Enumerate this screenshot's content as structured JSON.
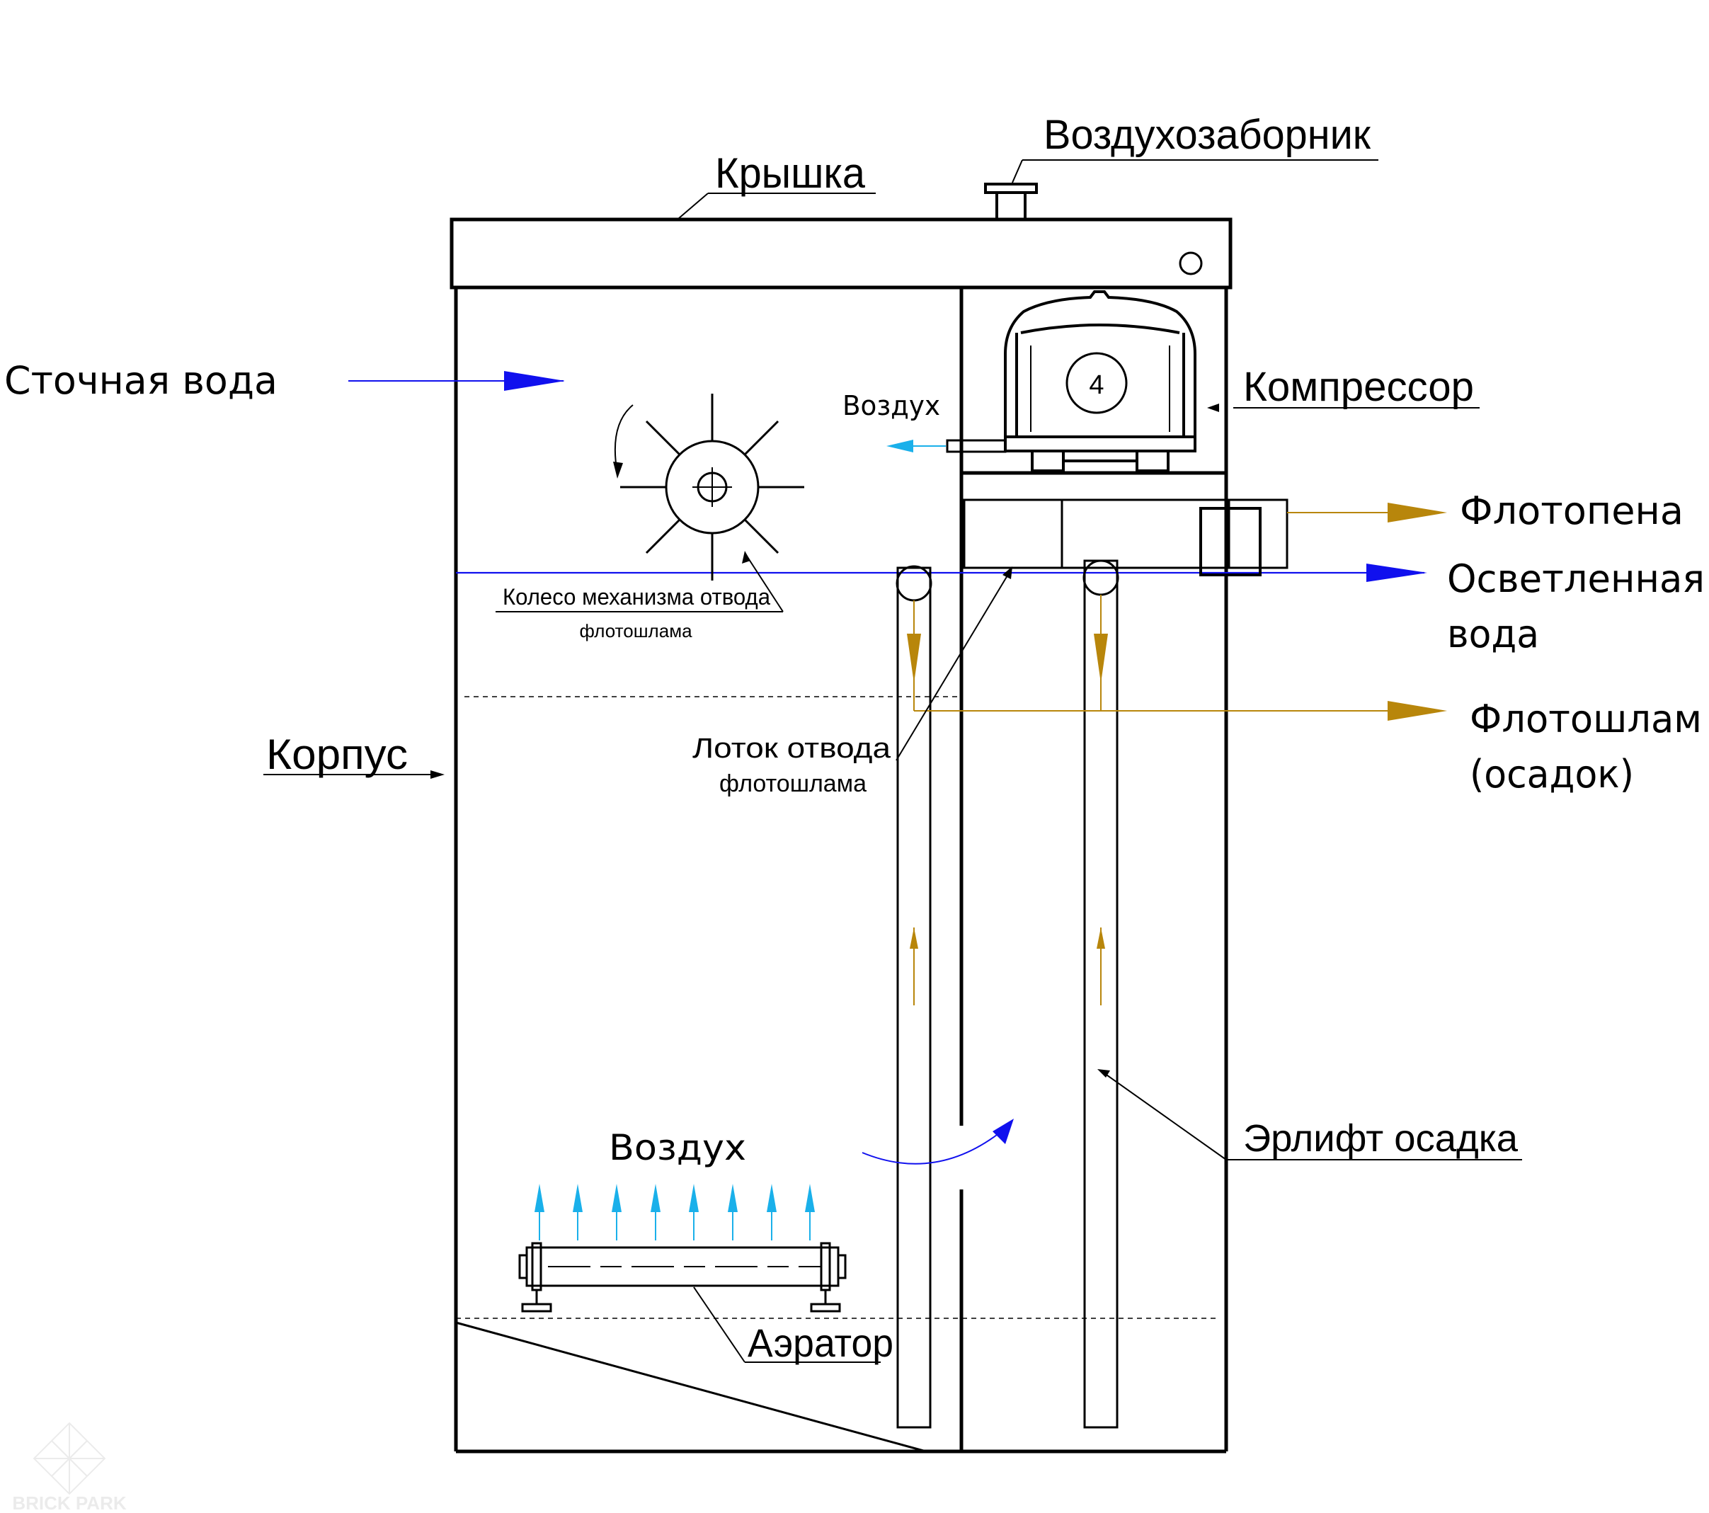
{
  "labels": {
    "cover": "Крышка",
    "air_intake": "Воздухозаборник",
    "compressor": "Компрессор",
    "compressor_number": "4",
    "body": "Корпус",
    "wheel_line1": "Колесо механизма отвода",
    "wheel_line2": "флотошлама",
    "tray_line1": "Лоток отвода",
    "tray_line2": "флотошлама",
    "airlift": "Эрлифт осадка",
    "aerator": "Аэратор",
    "air_top": "Воздух",
    "air_bottom": "Воздух"
  },
  "flows": {
    "wastewater": "Сточная вода",
    "flotofoam": "Флотопена",
    "clarified_line1": "Осветленная",
    "clarified_line2": "вода",
    "sludge_line1": "Флотошлам",
    "sludge_line2": "(осадок)"
  },
  "watermark": "BRICK PARK",
  "colors": {
    "water": "#1010ee",
    "sludge": "#b8860b",
    "air": "#1ab0ea",
    "line": "#000000"
  }
}
